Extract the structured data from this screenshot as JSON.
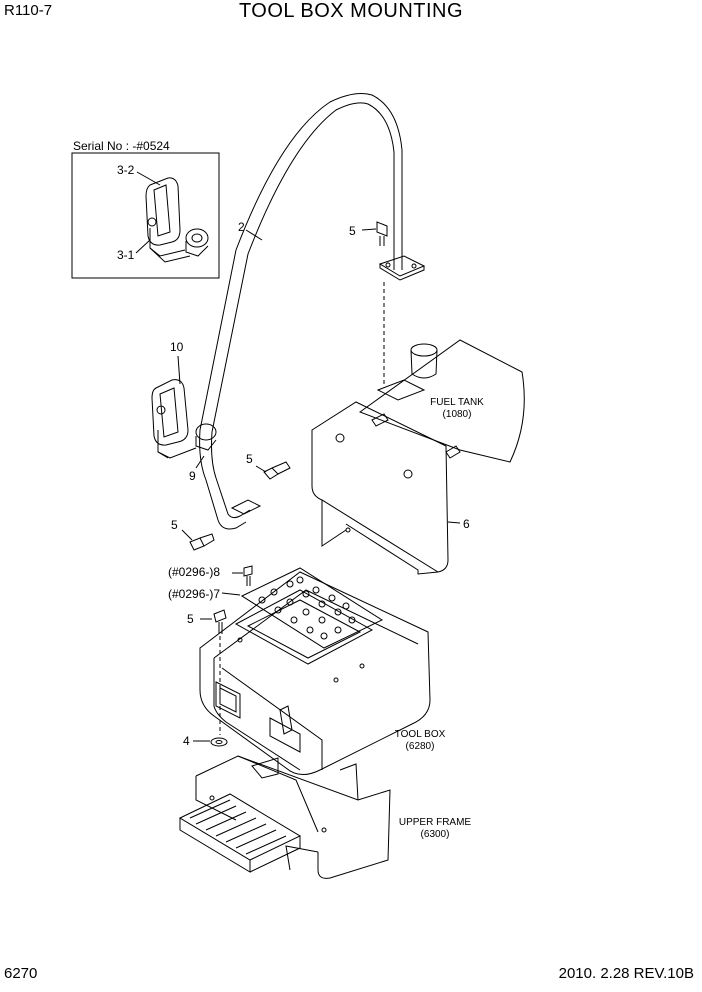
{
  "header": {
    "model": "R110-7",
    "title": "TOOL BOX MOUNTING"
  },
  "footer": {
    "page_number": "6270",
    "revision": "2010. 2.28  REV.10B"
  },
  "inset": {
    "serial_label": "Serial No : -#0524"
  },
  "callouts": {
    "c3_2": "3-2",
    "c3_1": "3-1",
    "c2": "2",
    "c5_top": "5",
    "c10": "10",
    "c5_mid": "5",
    "c9": "9",
    "c5_left": "5",
    "c6": "6",
    "c8": "(#0296-)8",
    "c7": "(#0296-)7",
    "c5_toolbox": "5",
    "c4": "4"
  },
  "notes": {
    "fuel_tank": {
      "name": "FUEL TANK",
      "code": "(1080)"
    },
    "tool_box": {
      "name": "TOOL BOX",
      "code": "(6280)"
    },
    "upper_frame": {
      "name": "UPPER FRAME",
      "code": "(6300)"
    }
  }
}
